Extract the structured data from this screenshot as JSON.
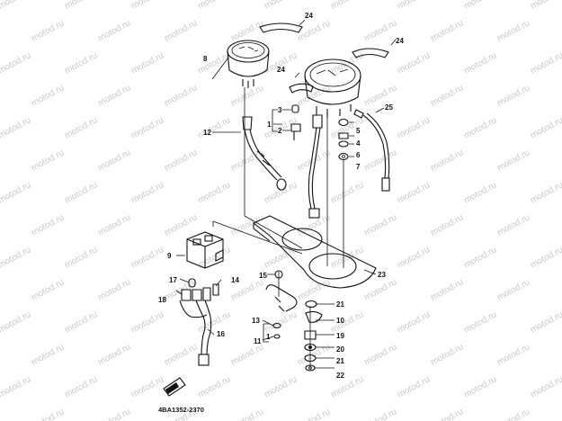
{
  "diagram": {
    "part_code": "4BA1352-2370",
    "watermark": "motod.ru",
    "callouts": {
      "c1a": "1",
      "c1b": "1",
      "c2": "2",
      "c3": "3",
      "c4": "4",
      "c5": "5",
      "c6": "6",
      "c7": "7",
      "c8": "8",
      "c9": "9",
      "c10": "10",
      "c11": "11",
      "c12": "12",
      "c13": "13",
      "c14": "14",
      "c15": "15",
      "c16": "16",
      "c17": "17",
      "c18": "18",
      "c19": "19",
      "c20": "20",
      "c21a": "21",
      "c21b": "21",
      "c22": "22",
      "c23": "23",
      "c24a": "24",
      "c24b": "24",
      "c24c": "24",
      "c25": "25"
    }
  }
}
